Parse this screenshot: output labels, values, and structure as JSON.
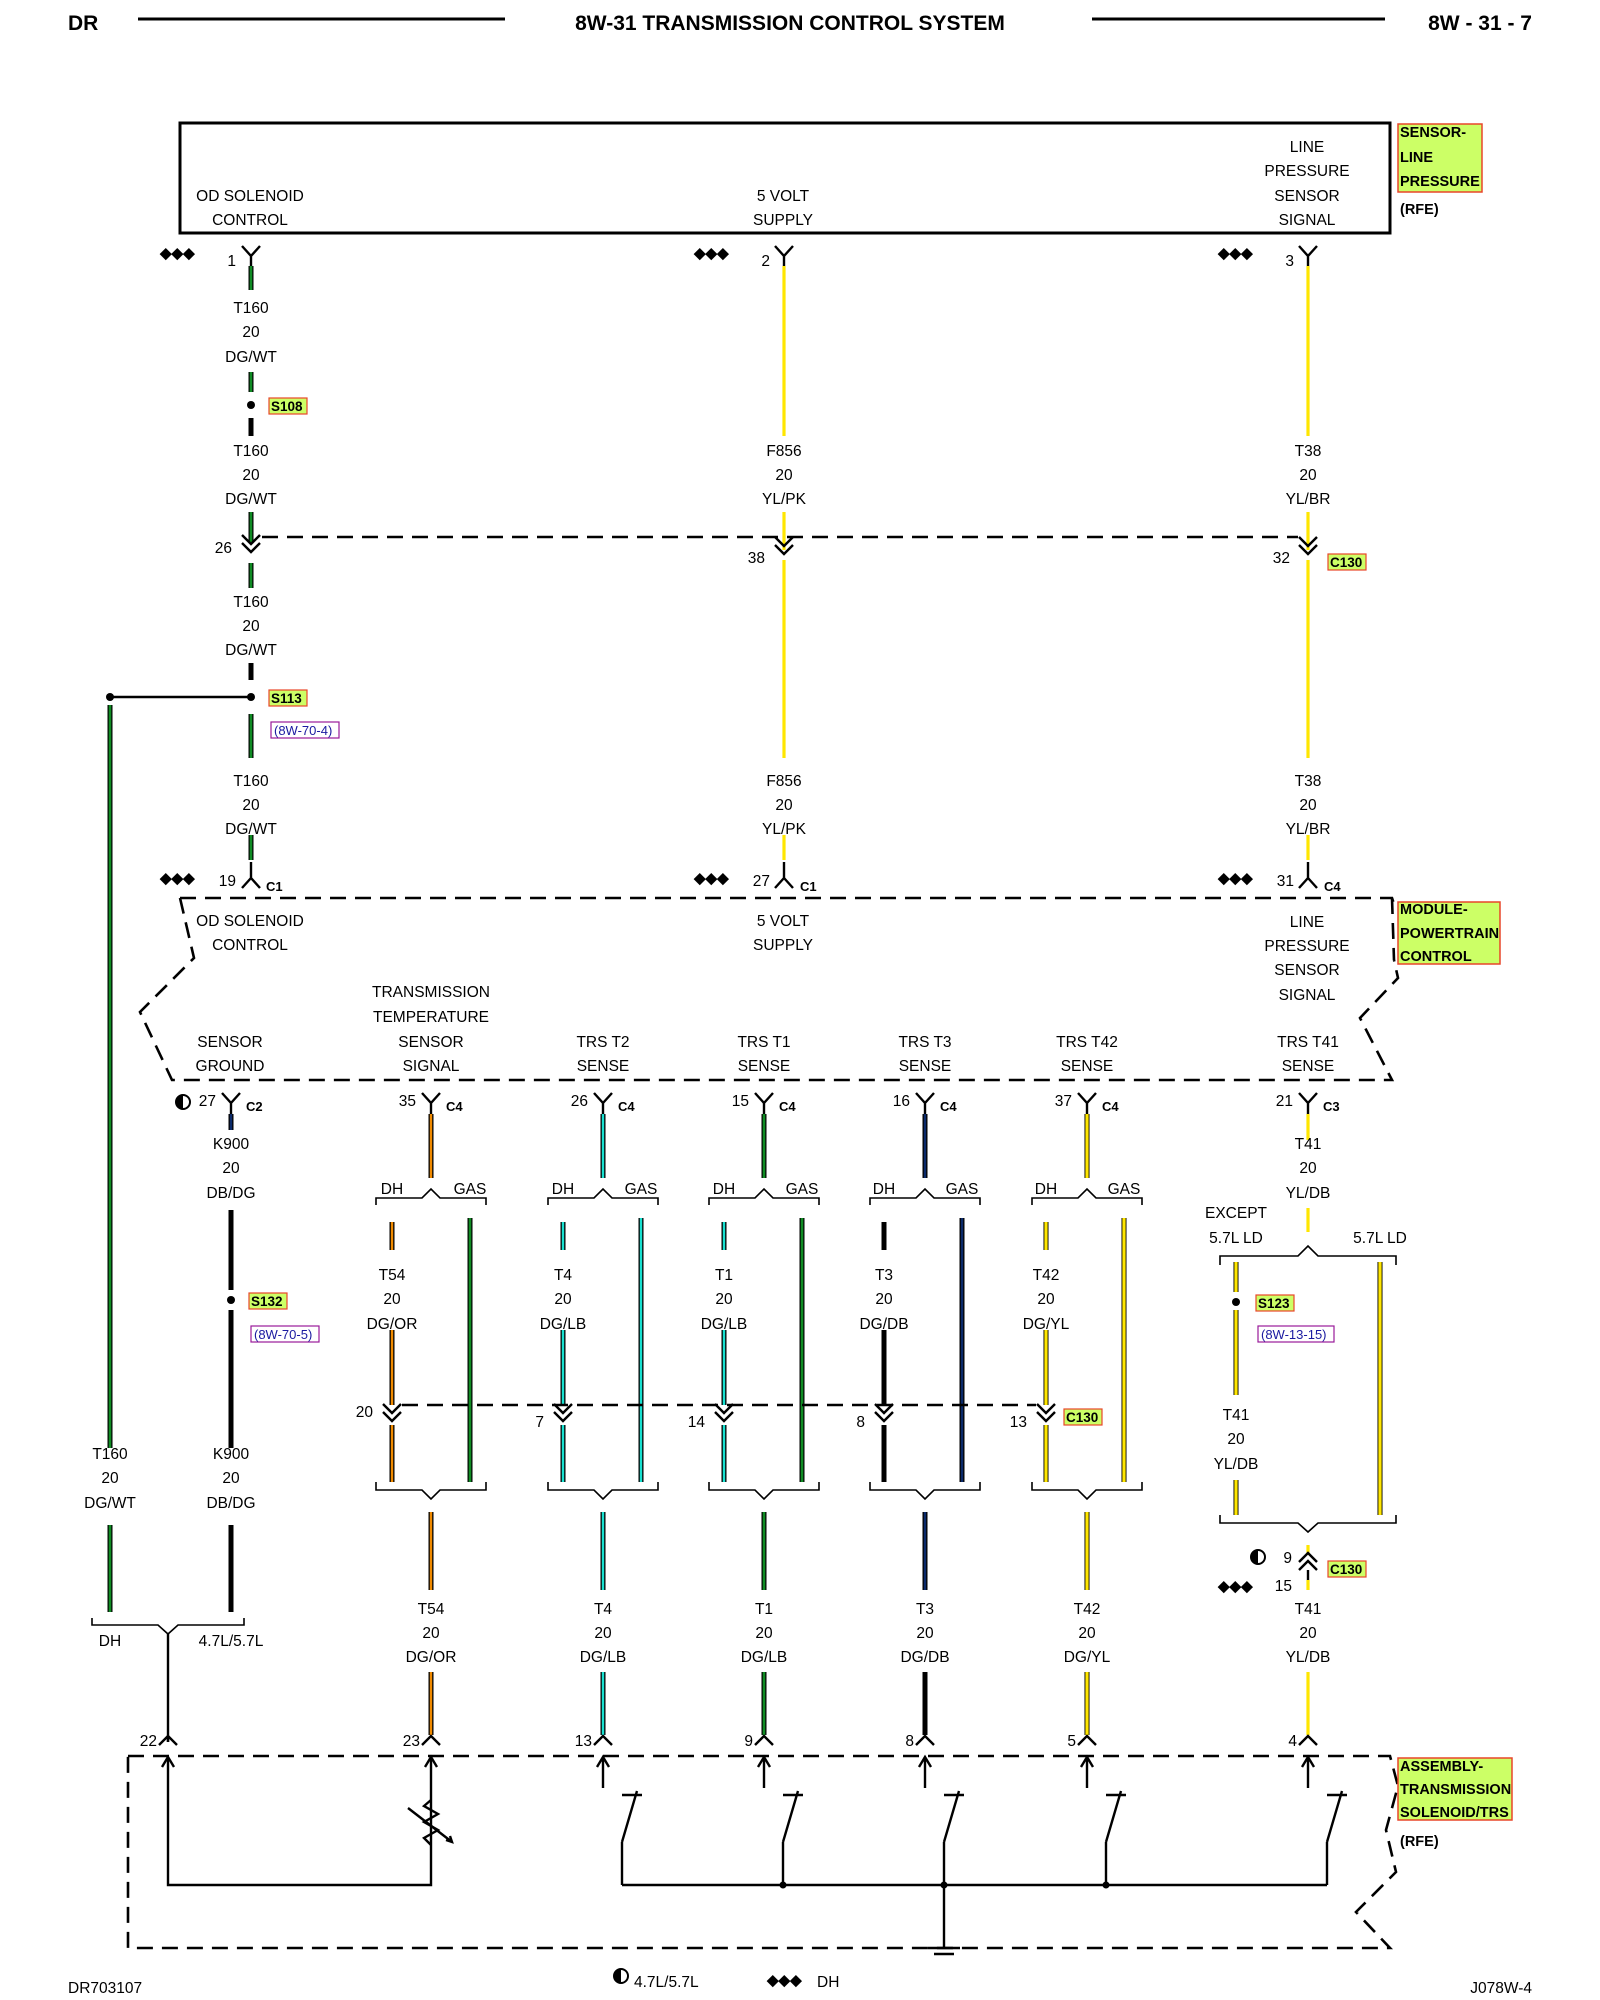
{
  "header": {
    "left": "DR",
    "title": "8W-31 TRANSMISSION CONTROL SYSTEM",
    "right": "8W - 31 - 7"
  },
  "footer": {
    "left": "DR703107",
    "right": "J078W-4",
    "legend_47": "4.7L/5.7L",
    "legend_dh": "DH"
  },
  "components": {
    "sensor": {
      "line1": "SENSOR-",
      "line2": "LINE",
      "line3": "PRESSURE",
      "sub": "(RFE)"
    },
    "pcm": {
      "line1": "MODULE-",
      "line2": "POWERTRAIN",
      "line3": "CONTROL"
    },
    "assembly": {
      "line1": "ASSEMBLY-",
      "line2": "TRANSMISSION",
      "line3": "SOLENOID/TRS",
      "sub": "(RFE)"
    }
  },
  "sensor_pins": {
    "od_l1": "OD SOLENOID",
    "od_l2": "CONTROL",
    "v5_l1": "5 VOLT",
    "v5_l2": "SUPPLY",
    "lp_l1": "LINE",
    "lp_l2": "PRESSURE",
    "lp_l3": "SENSOR",
    "lp_l4": "SIGNAL",
    "p1": "1",
    "p2": "2",
    "p3": "3"
  },
  "pcm_pins": {
    "od_l1": "OD SOLENOID",
    "od_l2": "CONTROL",
    "v5_l1": "5 VOLT",
    "v5_l2": "SUPPLY",
    "lp_l1": "LINE",
    "lp_l2": "PRESSURE",
    "lp_l3": "SENSOR",
    "lp_l4": "SIGNAL",
    "sg_l1": "SENSOR",
    "sg_l2": "GROUND",
    "tt_l1": "TRANSMISSION",
    "tt_l2": "TEMPERATURE",
    "tt_l3": "SENSOR",
    "tt_l4": "SIGNAL",
    "t2_l1": "TRS T2",
    "t2_l2": "SENSE",
    "t1_l1": "TRS T1",
    "t1_l2": "SENSE",
    "t3_l1": "TRS T3",
    "t3_l2": "SENSE",
    "t42_l1": "TRS T42",
    "t42_l2": "SENSE",
    "t41_l1": "TRS T41",
    "t41_l2": "SENSE"
  },
  "connectors": {
    "c1": "C1",
    "c2": "C2",
    "c3": "C3",
    "c4": "C4",
    "c130": "C130"
  },
  "splices": {
    "s108": "S108",
    "s113": "S113",
    "s113_ref": "(8W-70-4)",
    "s132": "S132",
    "s132_ref": "(8W-70-5)",
    "s123": "S123",
    "s123_ref": "(8W-13-15)"
  },
  "wires": {
    "t160": "T160",
    "f856": "F856",
    "t38": "T38",
    "k900": "K900",
    "t54": "T54",
    "t4": "T4",
    "t1": "T1",
    "t3": "T3",
    "t42": "T42",
    "t41": "T41",
    "gauge": "20",
    "dgwt": "DG/WT",
    "ylpk": "YL/PK",
    "ylbr": "YL/BR",
    "dbdg": "DB/DG",
    "dgor": "DG/OR",
    "dglb": "DG/LB",
    "dgdb": "DG/DB",
    "dgyl": "DG/YL",
    "yldb": "YL/DB"
  },
  "variants": {
    "dh": "DH",
    "gas": "GAS",
    "except": "EXCEPT",
    "ld57": "5.7L LD",
    "l4757": "4.7L/5.7L"
  },
  "pins": {
    "p26": "26",
    "p38": "38",
    "p32": "32",
    "p19": "19",
    "p27": "27",
    "p31": "31",
    "p35": "35",
    "p15": "15",
    "p16": "16",
    "p37": "37",
    "p21": "21",
    "p20": "20",
    "p7": "7",
    "p14": "14",
    "p8": "8",
    "p13": "13",
    "p9": "9",
    "p22": "22",
    "p23": "23",
    "p5": "5",
    "p4": "4"
  },
  "colors": {
    "yellow": "#ffe600",
    "green": "#108c24",
    "cyan": "#18e0d0",
    "orange": "#f08a00",
    "darkblue": "#0b2a6a",
    "highlight": "#ccff66",
    "highlight_border": "#e8462a",
    "ref": "#1a1aa0"
  }
}
